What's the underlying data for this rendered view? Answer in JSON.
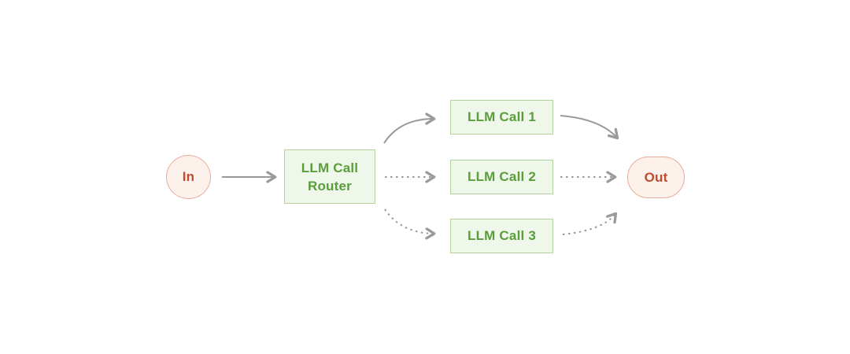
{
  "diagram": {
    "name": "llm-call-router-workflow",
    "nodes": {
      "input": {
        "label": "In"
      },
      "router": {
        "label_line1": "LLM Call",
        "label_line2": "Router"
      },
      "call1": {
        "label": "LLM Call 1"
      },
      "call2": {
        "label": "LLM Call 2"
      },
      "call3": {
        "label": "LLM Call 3"
      },
      "output": {
        "label": "Out"
      }
    },
    "edges": [
      {
        "from": "In",
        "to": "LLM Call Router",
        "style": "solid"
      },
      {
        "from": "LLM Call Router",
        "to": "LLM Call 1",
        "style": "solid"
      },
      {
        "from": "LLM Call Router",
        "to": "LLM Call 2",
        "style": "dashed"
      },
      {
        "from": "LLM Call Router",
        "to": "LLM Call 3",
        "style": "dashed"
      },
      {
        "from": "LLM Call 1",
        "to": "Out",
        "style": "solid"
      },
      {
        "from": "LLM Call 2",
        "to": "Out",
        "style": "dashed"
      },
      {
        "from": "LLM Call 3",
        "to": "Out",
        "style": "dashed"
      }
    ],
    "colors": {
      "background": "#ffffff",
      "arrow": "#9a9a9a",
      "box_fill": "#eff6ea",
      "box_border": "#b2d39c",
      "box_text": "#5a9e3c",
      "node_fill": "#fdf1ec",
      "node_border": "#e9ac97",
      "node_text": "#c14b2d"
    }
  }
}
